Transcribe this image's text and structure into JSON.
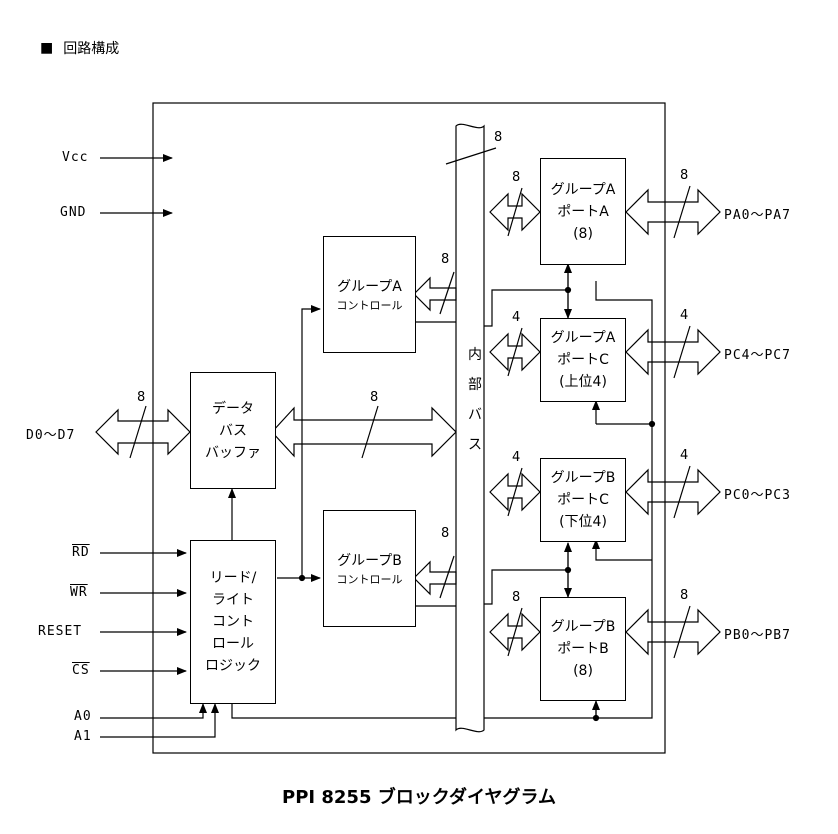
{
  "header": {
    "marker": "■",
    "title": "回路構成"
  },
  "caption": "PPI 8255 ブロックダイヤグラム",
  "inputs": {
    "vcc": "Vcc",
    "gnd": "GND",
    "rd": "RD",
    "wr": "WR",
    "reset": "RESET",
    "cs": "CS",
    "a0": "A0",
    "a1": "A1"
  },
  "data_bus_label": "D0〜D7",
  "blocks": {
    "data_buffer": [
      "データ",
      "バス",
      "バッファ"
    ],
    "rw_logic": [
      "リード/",
      "ライト",
      "コント",
      "ロール",
      "ロジック"
    ],
    "group_a_control": {
      "title": "グループA",
      "sub": "コントロール"
    },
    "group_b_control": {
      "title": "グループB",
      "sub": "コントロール"
    },
    "internal_bus": [
      "内",
      "部",
      "バ",
      "ス"
    ],
    "port_a": [
      "グループA",
      "ポートA",
      "(8)"
    ],
    "port_c_upper": [
      "グループA",
      "ポートC",
      "(上位4)"
    ],
    "port_c_lower": [
      "グループB",
      "ポートC",
      "(下位4)"
    ],
    "port_b": [
      "グループB",
      "ポートB",
      "(8)"
    ]
  },
  "outputs": {
    "pa": "PA0〜PA7",
    "pc_upper": "PC4〜PC7",
    "pc_lower": "PC0〜PC3",
    "pb": "PB0〜PB7"
  },
  "bus_widths": {
    "eight": "8",
    "four": "4"
  }
}
